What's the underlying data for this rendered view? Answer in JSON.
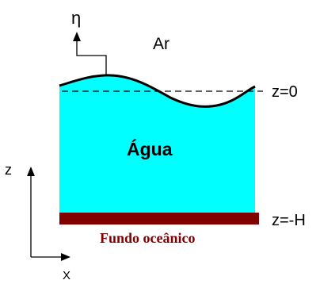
{
  "labels": {
    "eta": "η",
    "air": "Ar",
    "water": "Água",
    "z_zero": "z=0",
    "z_minus_h": "z=-H",
    "seafloor": "Fundo oceânico",
    "axis_z": "z",
    "axis_x": "X"
  },
  "colors": {
    "water": "#00ffff",
    "seafloor": "#800000",
    "seafloor_text": "#800000",
    "line": "#000000"
  },
  "icons": {
    "eta_arrow": "arrow-up-icon",
    "axis_z_arrow": "arrow-up-icon",
    "axis_x_arrow": "arrow-right-icon"
  }
}
